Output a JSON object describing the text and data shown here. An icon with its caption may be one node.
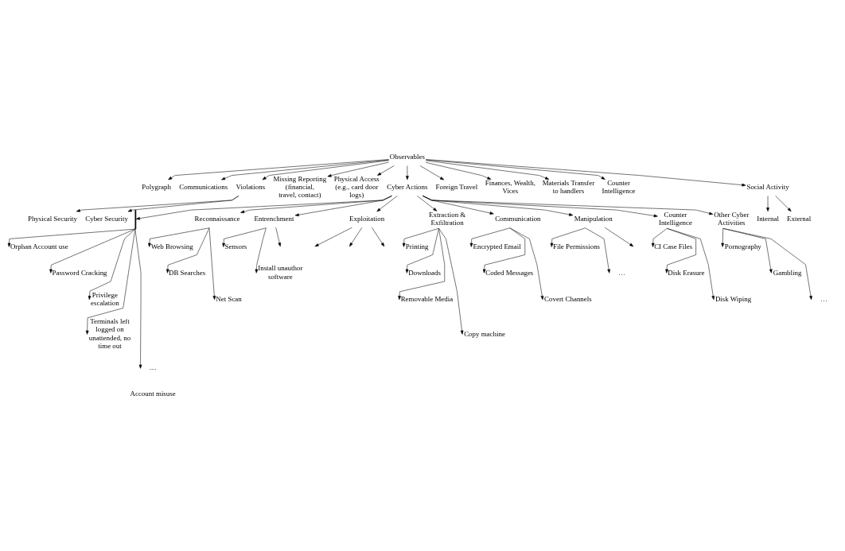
{
  "diagram": {
    "nodes": [
      {
        "text": [
          "Observables"
        ]
      },
      {
        "text": [
          "Polygraph"
        ]
      },
      {
        "text": [
          "Communications"
        ]
      },
      {
        "text": [
          "Violations"
        ]
      },
      {
        "text": [
          "Missing Reporting (financial, travel, contact)"
        ]
      },
      {
        "text": [
          "Physical Access (e.g., card door logs)"
        ]
      },
      {
        "text": [
          "Cyber Actions"
        ]
      },
      {
        "text": [
          "Foreign Travel"
        ]
      },
      {
        "text": [
          "Finances, Wealth, Vices"
        ]
      },
      {
        "text": [
          "Materials Transfer to handlers"
        ]
      },
      {
        "text": [
          "Counter Intelligence"
        ]
      },
      {
        "text": [
          "Social Activity"
        ]
      },
      {
        "text": [
          "Physical Security"
        ]
      },
      {
        "text": [
          "Cyber Security"
        ]
      },
      {
        "text": [
          "Internal"
        ]
      },
      {
        "text": [
          "External"
        ]
      },
      {
        "text": [],
        "shape": "bar"
      },
      {
        "text": [
          "Reconnaissance"
        ]
      },
      {
        "text": [
          "Entrenchment"
        ]
      },
      {
        "text": [
          "Exploitation"
        ]
      },
      {
        "text": [
          "Extraction & Exfiltration"
        ]
      },
      {
        "text": [
          "Communication"
        ]
      },
      {
        "text": [
          "Manipulation"
        ]
      },
      {
        "text": [
          "Counter Intelligence"
        ]
      },
      {
        "text": [
          "Other Cyber Activities"
        ]
      },
      {
        "text": [
          "Web Browsing"
        ]
      },
      {
        "text": [
          "DB Searches"
        ]
      },
      {
        "text": [
          "Net Scan"
        ]
      },
      {
        "text": [
          "Sensors"
        ]
      },
      {
        "text": [
          "Install unauthor software"
        ]
      },
      {
        "text": [
          "Encrypted Email"
        ]
      },
      {
        "text": [
          "Coded Messages"
        ]
      },
      {
        "text": [
          "Covert Channels"
        ]
      },
      {
        "text": [
          "CI Case Files"
        ]
      },
      {
        "text": [
          "Disk Erasure"
        ]
      },
      {
        "text": [
          "Disk Wiping"
        ]
      },
      {
        "text": [
          "Printing"
        ]
      },
      {
        "text": [
          "Downloads"
        ]
      },
      {
        "text": [
          "Removable Media"
        ]
      },
      {
        "text": [
          "Copy machine"
        ]
      },
      {
        "text": [
          "File Permissions"
        ]
      },
      {
        "text": [
          "…"
        ]
      },
      {
        "text": [
          "Pornography"
        ]
      },
      {
        "text": [
          "Gambling"
        ]
      },
      {
        "text": [
          "…"
        ]
      },
      {
        "text": [
          "Orphan Account use"
        ]
      },
      {
        "text": [
          "Password Cracking"
        ]
      },
      {
        "text": [
          "Privilege escalation"
        ]
      },
      {
        "text": [
          "Terminals left logged on unattended, no time out"
        ]
      },
      {
        "text": [
          "...."
        ]
      }
    ],
    "edges": [
      {
        "from": 0,
        "to": 1,
        "arrow": "to"
      },
      {
        "from": 0,
        "to": 3,
        "arrow": "to"
      },
      {
        "from": 0,
        "to": 4,
        "arrow": "to"
      },
      {
        "from": 0,
        "to": 5,
        "arrow": "to"
      },
      {
        "from": 0,
        "to": 6,
        "arrow": "to"
      },
      {
        "from": 0,
        "to": 7,
        "arrow": "to"
      },
      {
        "from": 0,
        "to": 8,
        "arrow": "to"
      },
      {
        "from": 0,
        "to": 9,
        "arrow": "to"
      },
      {
        "from": 0,
        "to": 10,
        "arrow": "to"
      },
      {
        "from": 0,
        "to": 11,
        "arrow": "to"
      },
      {
        "from": 0,
        "to": 2,
        "arrow": "to"
      },
      {
        "from": 3,
        "to": 12,
        "arrow": "to"
      },
      {
        "from": 3,
        "to": 13,
        "arrow": "to"
      },
      {
        "from": 11,
        "to": 14,
        "arrow": "to"
      },
      {
        "from": 11,
        "to": 15,
        "arrow": "to"
      },
      {
        "from": 6,
        "to": 16,
        "arrow": "to"
      },
      {
        "from": 6,
        "to": 17,
        "arrow": "to"
      },
      {
        "from": 6,
        "to": 18,
        "arrow": "to"
      },
      {
        "from": 6,
        "to": 19,
        "arrow": "to"
      },
      {
        "from": 6,
        "to": 20,
        "arrow": "to"
      },
      {
        "from": 6,
        "to": 21,
        "arrow": "to"
      },
      {
        "from": 6,
        "to": 22,
        "arrow": "to"
      },
      {
        "from": 6,
        "to": 23,
        "arrow": "to"
      },
      {
        "from": 6,
        "to": 24,
        "arrow": "to"
      },
      {
        "from": 17,
        "to": 25,
        "arrow": "to"
      },
      {
        "from": 17,
        "to": 26,
        "arrow": "to"
      },
      {
        "from": 17,
        "to": 27,
        "arrow": "to"
      },
      {
        "from": 18,
        "to": 28,
        "arrow": "to"
      },
      {
        "from": 18,
        "to": 29,
        "arrow": "to"
      },
      {
        "from": 18,
        "to": null,
        "arrow": "to"
      },
      {
        "from": 19,
        "to": null,
        "arrow": "to"
      },
      {
        "from": 19,
        "to": null,
        "arrow": "to"
      },
      {
        "from": 19,
        "to": null,
        "arrow": "to"
      },
      {
        "from": 20,
        "to": 36,
        "arrow": "to"
      },
      {
        "from": 20,
        "to": 37,
        "arrow": "to"
      },
      {
        "from": 20,
        "to": 38,
        "arrow": "to"
      },
      {
        "from": 20,
        "to": 39,
        "arrow": "to"
      },
      {
        "from": 21,
        "to": 30,
        "arrow": "to"
      },
      {
        "from": 21,
        "to": 31,
        "arrow": "to"
      },
      {
        "from": 21,
        "to": 32,
        "arrow": "to"
      },
      {
        "from": 22,
        "to": 40,
        "arrow": "to"
      },
      {
        "from": 22,
        "to": 41,
        "arrow": "to"
      },
      {
        "from": 22,
        "to": null,
        "arrow": "to"
      },
      {
        "from": 23,
        "to": 33,
        "arrow": "to"
      },
      {
        "from": 23,
        "to": 34,
        "arrow": "to"
      },
      {
        "from": 23,
        "to": 35,
        "arrow": "to"
      },
      {
        "from": 24,
        "to": 42,
        "arrow": "to"
      },
      {
        "from": 24,
        "to": 43,
        "arrow": "to"
      },
      {
        "from": 24,
        "to": 44,
        "arrow": "to"
      },
      {
        "from": 16,
        "to": 45,
        "arrow": "to"
      },
      {
        "from": 16,
        "to": 46,
        "arrow": "to"
      },
      {
        "from": 16,
        "to": 47,
        "arrow": "to"
      },
      {
        "from": 16,
        "to": 48,
        "arrow": "to"
      },
      {
        "from": 16,
        "to": 49,
        "arrow": "to"
      }
    ],
    "labels": [
      "Account misuse"
    ]
  }
}
